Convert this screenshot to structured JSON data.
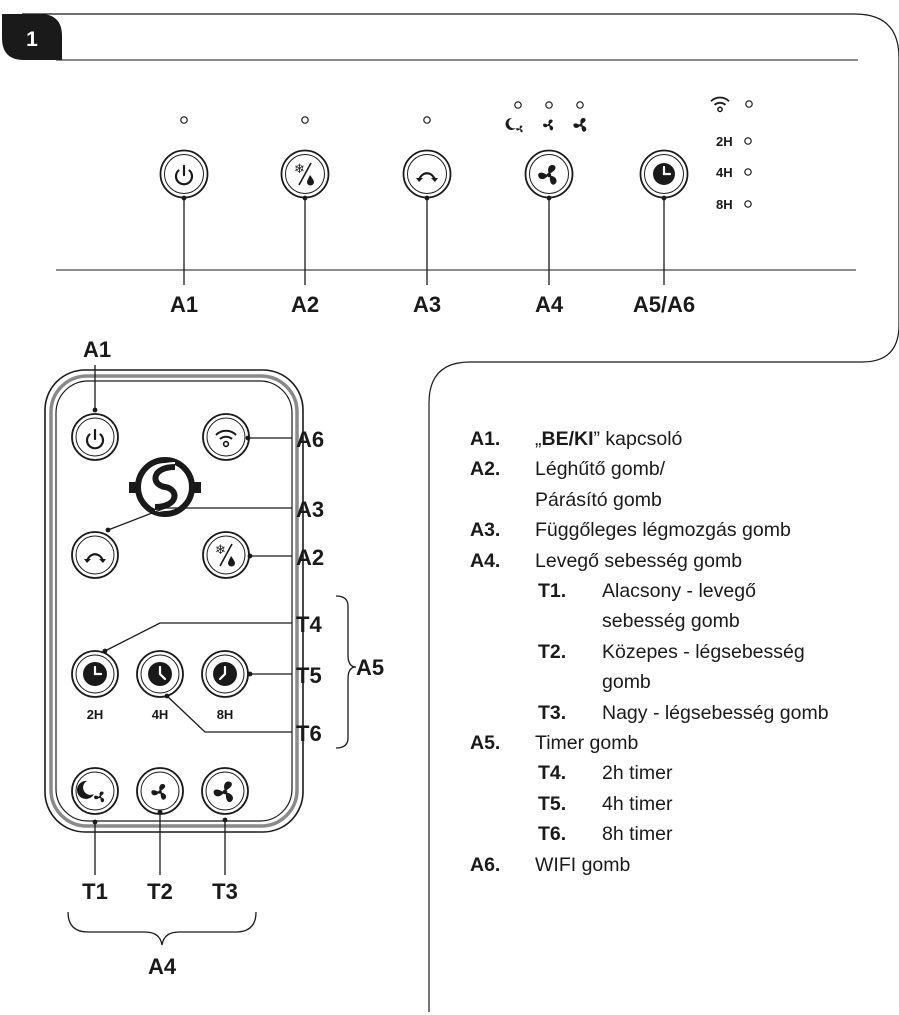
{
  "figure_number": "1",
  "panel": {
    "labels": [
      "A1",
      "A2",
      "A3",
      "A4",
      "A5/A6"
    ],
    "timer_labels": [
      "2H",
      "4H",
      "8H"
    ]
  },
  "remote": {
    "labels": {
      "a1": "A1",
      "a6": "A6",
      "a3": "A3",
      "a2": "A2",
      "t4": "T4",
      "t5": "T5",
      "t6": "T6",
      "a5": "A5",
      "t1": "T1",
      "t2": "T2",
      "t3": "T3",
      "a4": "A4"
    },
    "timer_captions": [
      "2H",
      "4H",
      "8H"
    ]
  },
  "legend": [
    {
      "level": 0,
      "code": "A1.",
      "text_prefix": "„",
      "text_bold": "BE/KI",
      "text_suffix": "” kapcsoló"
    },
    {
      "level": 0,
      "code": "A2.",
      "text": "Léghűtő gomb/"
    },
    {
      "level": 0,
      "code": "",
      "text": "Párásító gomb"
    },
    {
      "level": 0,
      "code": "A3.",
      "text": "Függőleges légmozgás gomb"
    },
    {
      "level": 0,
      "code": "A4.",
      "text": "Levegő sebesség gomb"
    },
    {
      "level": 1,
      "code": "T1.",
      "text": "Alacsony - levegő"
    },
    {
      "level": 1,
      "code": "",
      "text": "sebesség gomb"
    },
    {
      "level": 1,
      "code": "T2.",
      "text": "Közepes - légsebesség"
    },
    {
      "level": 1,
      "code": "",
      "text": "gomb"
    },
    {
      "level": 1,
      "code": "T3.",
      "text": "Nagy - légsebesség gomb"
    },
    {
      "level": 0,
      "code": "A5.",
      "text": "Timer gomb"
    },
    {
      "level": 1,
      "code": "T4.",
      "text": "2h timer"
    },
    {
      "level": 1,
      "code": "T5.",
      "text": "4h timer"
    },
    {
      "level": 1,
      "code": "T6.",
      "text": "8h timer"
    },
    {
      "level": 0,
      "code": "A6.",
      "text": "WIFI gomb"
    }
  ]
}
